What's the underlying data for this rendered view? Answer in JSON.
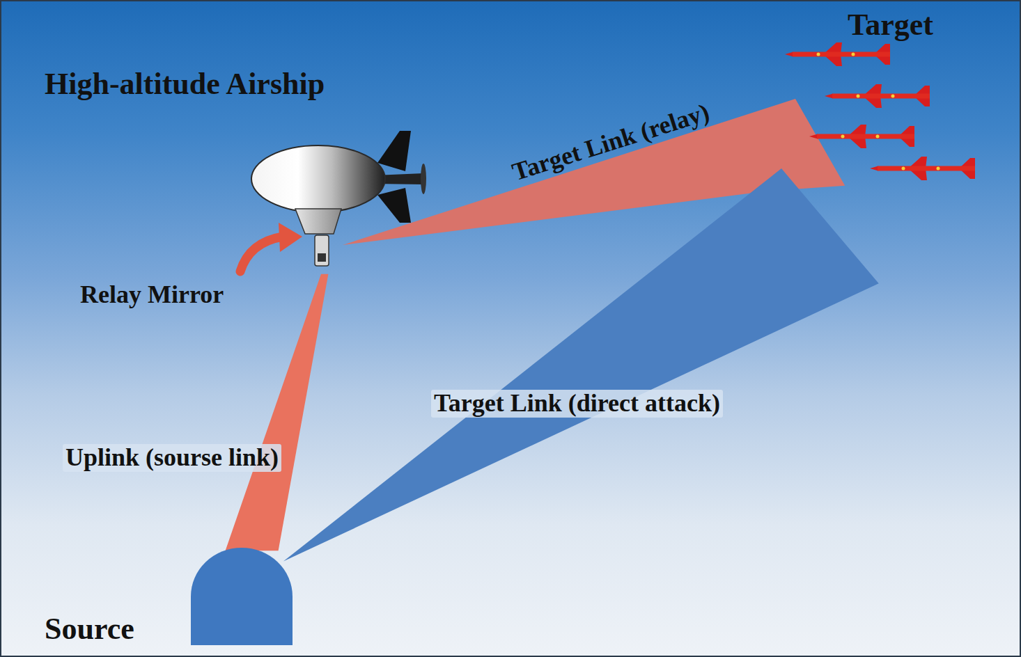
{
  "diagram": {
    "nodes": [
      {
        "text": [
          "High-altitude Airship"
        ]
      },
      {
        "text": [
          "Target"
        ]
      },
      {
        "text": [
          "Source"
        ]
      }
    ],
    "edges": [
      {
        "from": 2,
        "to": 0,
        "arrow": "none",
        "label": "Uplink (sourse link)"
      },
      {
        "from": 0,
        "to": 1,
        "arrow": "none",
        "label": "Target Link (relay)"
      },
      {
        "from": 2,
        "to": 1,
        "arrow": "none",
        "label": "Target Link (direct attack)"
      }
    ],
    "labels": [
      "Relay Mirror"
    ]
  }
}
